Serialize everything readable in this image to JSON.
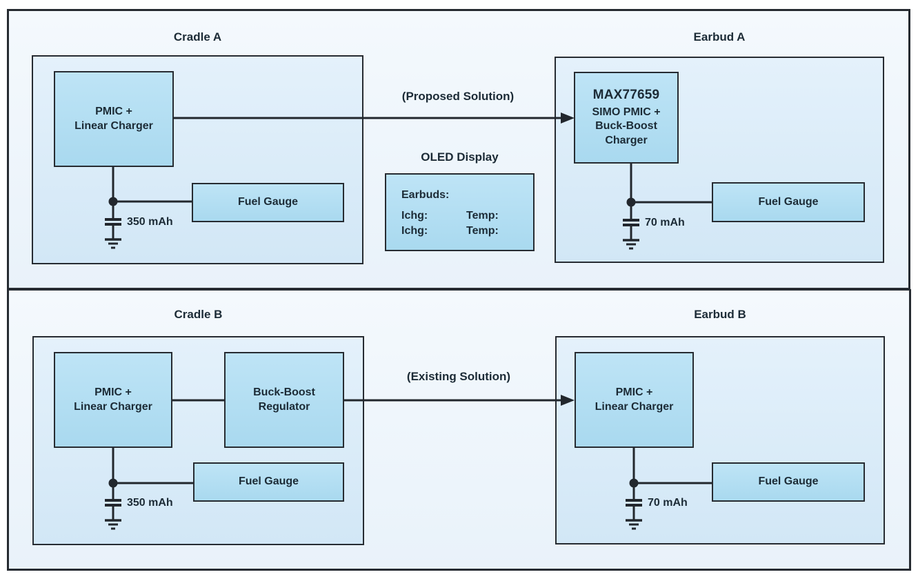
{
  "colors": {
    "page_bg": "#ffffff",
    "panel_bg_top": "#f4f9fd",
    "panel_bg_bottom": "#e9f2fa",
    "container_bg": "#d9eaf7",
    "block_bg": "#b4def2",
    "border": "#262b31",
    "text": "#1c2b36"
  },
  "panels": {
    "top": {
      "cradle": {
        "title": "Cradle A",
        "pmic": "PMIC +\nLinear Charger",
        "fuel_gauge": "Fuel Gauge",
        "battery": "350 mAh"
      },
      "arrow_label": "(Proposed Solution)",
      "oled": {
        "title": "OLED Display",
        "header": "Earbuds:",
        "rows": [
          {
            "ichg": "Ichg:",
            "temp": "Temp:"
          },
          {
            "ichg": "Ichg:",
            "temp": "Temp:"
          }
        ]
      },
      "earbud": {
        "title": "Earbud A",
        "chip_name": "MAX77659",
        "chip_desc": "SIMO PMIC +\nBuck-Boost\nCharger",
        "fuel_gauge": "Fuel Gauge",
        "battery": "70 mAh"
      }
    },
    "bottom": {
      "cradle": {
        "title": "Cradle B",
        "pmic": "PMIC +\nLinear Charger",
        "buck_boost": "Buck-Boost\nRegulator",
        "fuel_gauge": "Fuel Gauge",
        "battery": "350 mAh"
      },
      "arrow_label": "(Existing Solution)",
      "earbud": {
        "title": "Earbud B",
        "pmic": "PMIC +\nLinear Charger",
        "fuel_gauge": "Fuel Gauge",
        "battery": "70 mAh"
      }
    }
  }
}
